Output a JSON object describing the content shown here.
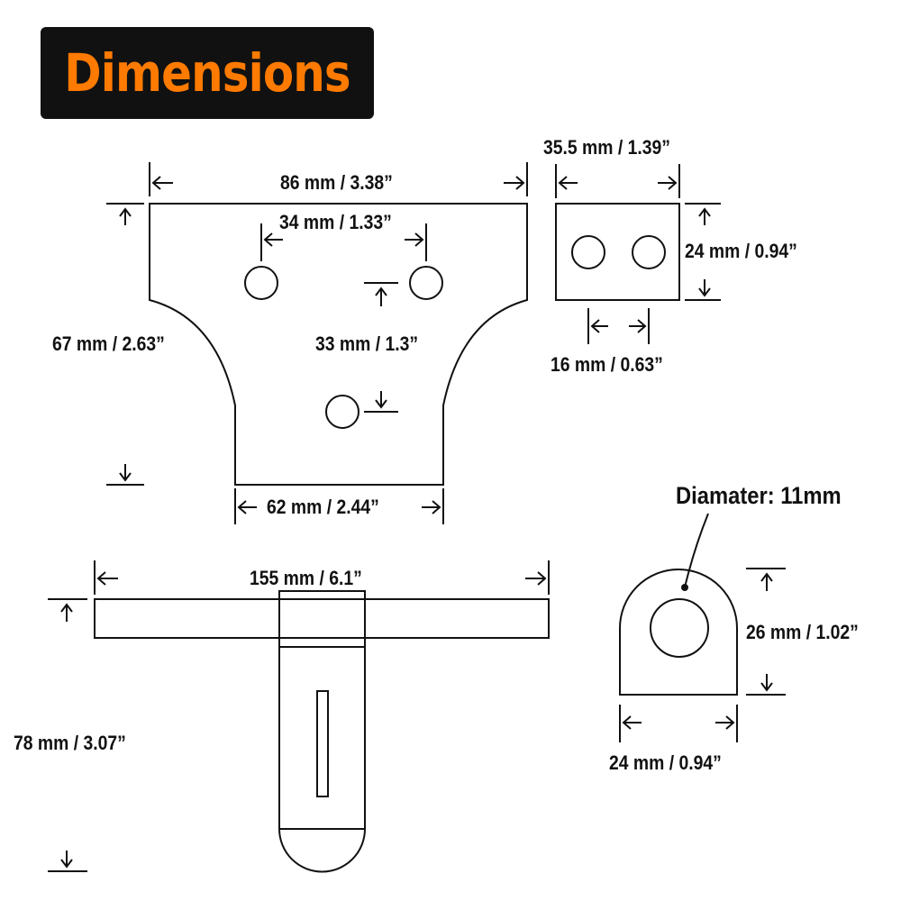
{
  "title": "Dimensions",
  "colors": {
    "title_text": "#ff7a00",
    "title_bg": "#111111",
    "line": "#111111"
  },
  "plate": {
    "top_width": "86 mm / 3.38”",
    "hole_spacing": "34 mm / 1.33”",
    "total_height": "67 mm / 2.63”",
    "hole_vertical": "33 mm / 1.3”",
    "bottom_width": "62 mm / 2.44”"
  },
  "small_plate": {
    "width": "35.5 mm / 1.39”",
    "height": "24 mm / 0.94”",
    "hole_spacing": "16 mm / 0.63”"
  },
  "hasp": {
    "width": "155 mm / 6.1”",
    "height": "78 mm / 3.07”"
  },
  "staple": {
    "diameter_note": "Diamater: 11mm",
    "height": "26 mm / 1.02”",
    "width": "24 mm / 0.94”"
  }
}
